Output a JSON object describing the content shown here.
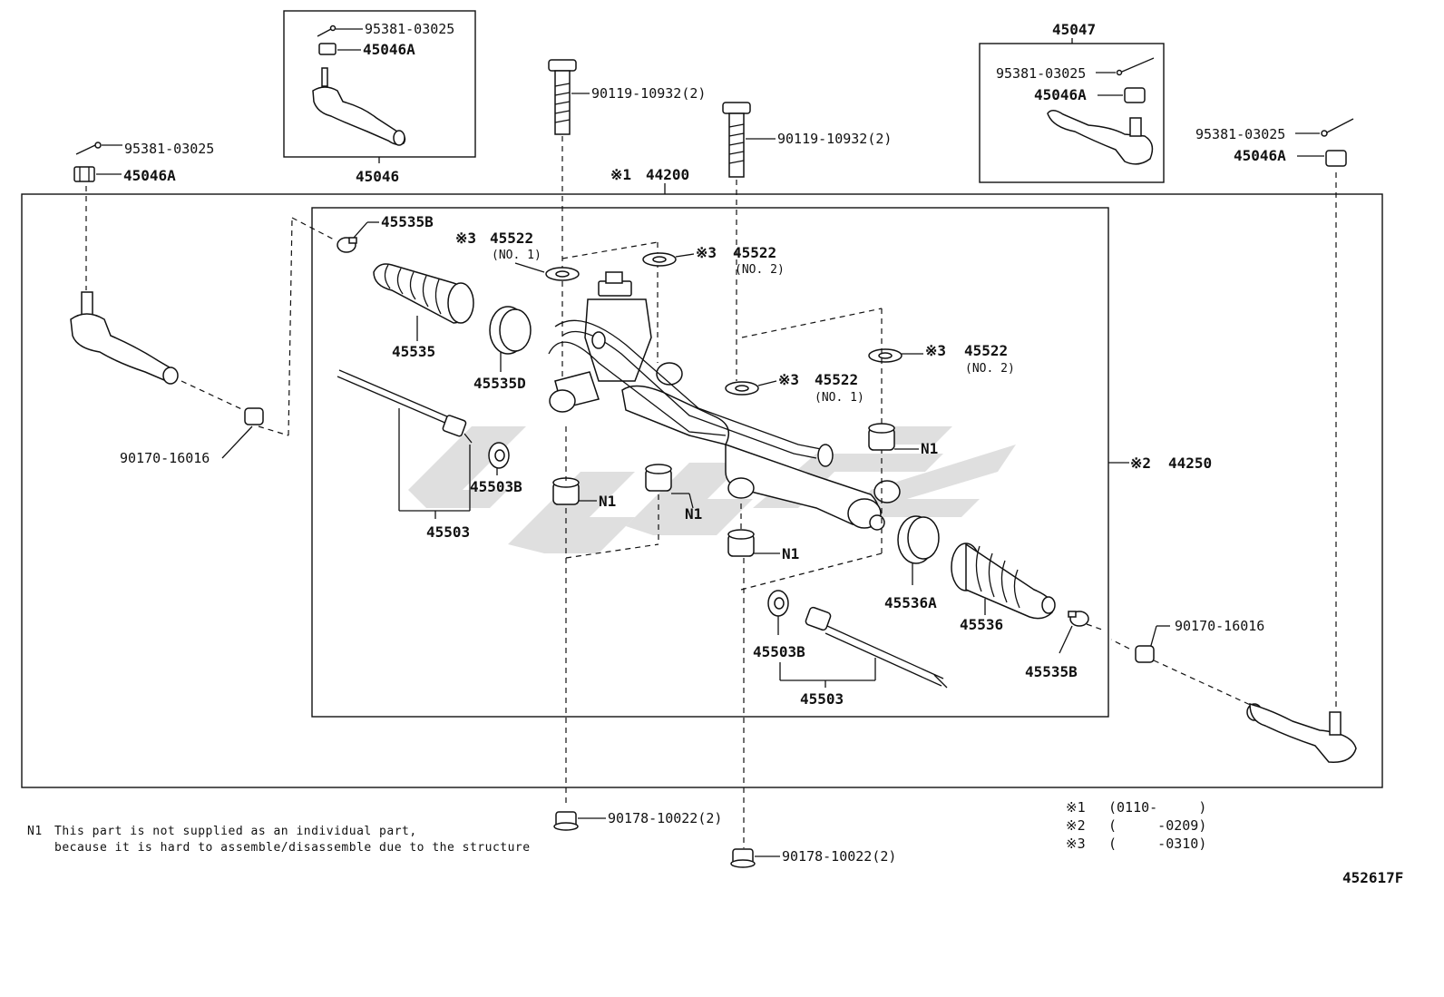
{
  "diagram": {
    "ref_code": "452617F",
    "labels": {
      "cotter_pin_tl": "95381-03025",
      "nut_box_tl": "45046A",
      "tie_rod_end_tl": "45046",
      "cotter_pin_left": "95381-03025",
      "nut_left": "45046A",
      "bolt_1": "90119-10932(2)",
      "bolt_2": "90119-10932(2)",
      "tie_rod_end_tr": "45047",
      "cotter_pin_tr_box": "95381-03025",
      "nut_tr_box": "45046A",
      "cotter_pin_right": "95381-03025",
      "nut_right": "45046A",
      "gear_assy_mark": "※1",
      "gear_assy": "44200",
      "link_assy_mark": "※2",
      "link_assy": "44250",
      "clamp_left": "45535B",
      "washer_1_mark": "※3",
      "washer_1": "45522",
      "washer_1_sub": "(NO. 1)",
      "washer_2_mark": "※3",
      "washer_2": "45522",
      "washer_2_sub": "(NO. 2)",
      "boot_left": "45535",
      "clamp_d": "45535D",
      "washer_3_mark": "※3",
      "washer_3": "45522",
      "washer_3_sub": "(NO. 1)",
      "washer_4_mark": "※3",
      "washer_4": "45522",
      "washer_4_sub": "(NO. 2)",
      "nut_lower_left": "90170-16016",
      "rack_end_left": "45503",
      "washer_b_left": "45503B",
      "n1_a": "N1",
      "n1_b": "N1",
      "n1_c": "N1",
      "n1_d": "N1",
      "clamp_a": "45536A",
      "boot_right": "45536",
      "clamp_right": "45535B",
      "nut_lower_right": "90170-16016",
      "washer_b_right": "45503B",
      "rack_end_right": "45503",
      "nut_bottom_1": "90178-10022(2)",
      "nut_bottom_2": "90178-10022(2)"
    },
    "footnote": {
      "mark": "N1",
      "line1": "This part is not supplied as an individual part,",
      "line2": "because it is hard to assemble/disassemble due to the structure"
    },
    "legend": [
      {
        "mark": "※1",
        "range": "(0110-     )"
      },
      {
        "mark": "※2",
        "range": "(     -0209)"
      },
      {
        "mark": "※3",
        "range": "(     -0310)"
      }
    ]
  }
}
